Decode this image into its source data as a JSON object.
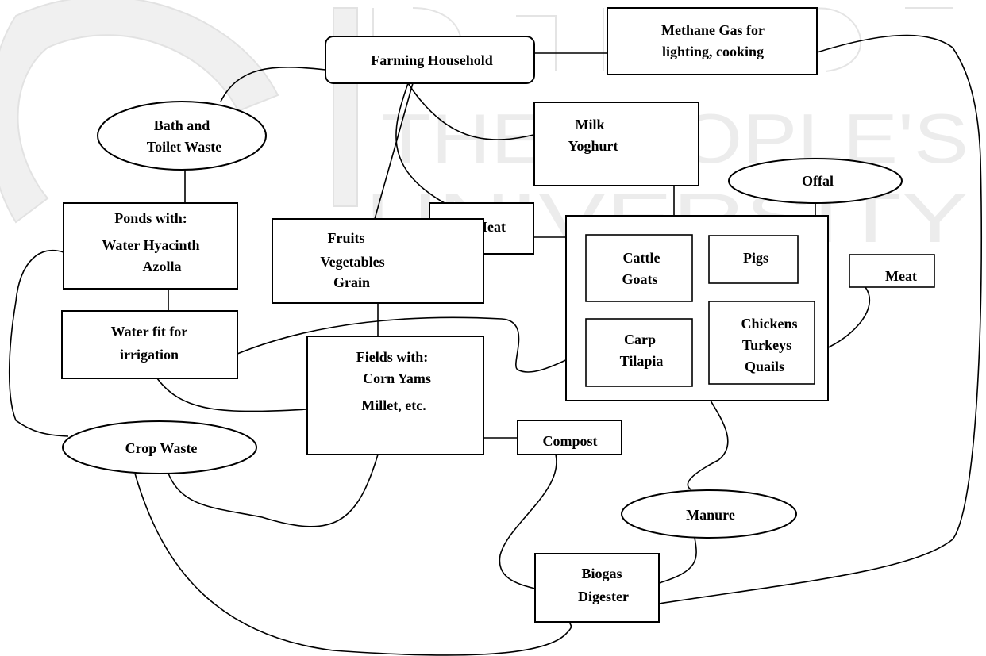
{
  "nodes": {
    "farming_household": {
      "lines": [
        "Farming Household"
      ]
    },
    "methane_gas": {
      "lines": [
        "Methane Gas for",
        "lighting, cooking"
      ]
    },
    "bath_toilet_waste": {
      "lines": [
        "Bath and",
        "Toilet Waste"
      ]
    },
    "milk_yoghurt": {
      "lines": [
        "Milk",
        "Yoghurt"
      ]
    },
    "offal": {
      "lines": [
        "Offal"
      ]
    },
    "ponds": {
      "lines": [
        "Ponds with:",
        "Water Hyacinth",
        "Azolla"
      ]
    },
    "meat_left": {
      "lines": [
        "Meat"
      ]
    },
    "fruits_vegetables_grain": {
      "lines": [
        "Fruits",
        "Vegetables",
        "Grain"
      ]
    },
    "cattle_goats": {
      "lines": [
        "Cattle",
        "Goats"
      ]
    },
    "pigs": {
      "lines": [
        "Pigs"
      ]
    },
    "meat_right": {
      "lines": [
        "Meat"
      ]
    },
    "water_irrigation": {
      "lines": [
        "Water fit for",
        "irrigation"
      ]
    },
    "fields": {
      "lines": [
        "Fields with:",
        "Corn Yams",
        "Millet, etc."
      ]
    },
    "carp_tilapia": {
      "lines": [
        "Carp",
        "Tilapia"
      ]
    },
    "poultry": {
      "lines": [
        "Chickens",
        "Turkeys",
        "Quails"
      ]
    },
    "crop_waste": {
      "lines": [
        "Crop Waste"
      ]
    },
    "compost": {
      "lines": [
        "Compost"
      ]
    },
    "manure": {
      "lines": [
        "Manure"
      ]
    },
    "biogas_digester": {
      "lines": [
        "Biogas",
        "Digester"
      ]
    }
  },
  "watermark": {
    "lines": [
      "THE PEOPLE'S",
      "UNIVERSITY"
    ],
    "colors": {
      "text": "#ececec",
      "outline": "#e4e4e4"
    }
  },
  "colors": {
    "stroke": "#000000",
    "fill": "#ffffff",
    "text": "#000000"
  }
}
